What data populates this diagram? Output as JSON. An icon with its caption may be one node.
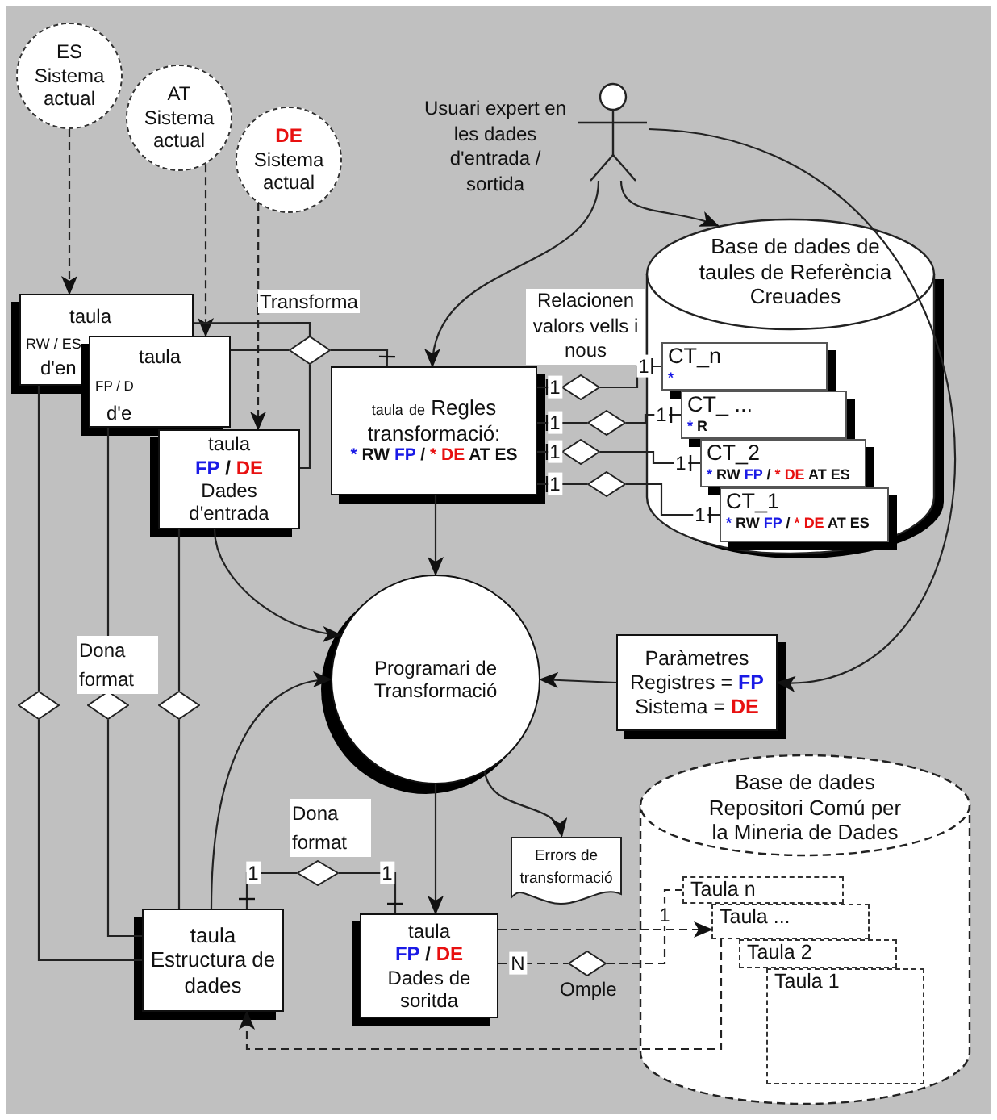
{
  "diagram": {
    "nodes": [
      {
        "text": [
          "ES",
          "Sistema actual"
        ]
      },
      {
        "text": [
          "AT",
          "Sistema actual"
        ]
      },
      {
        "text": [
          "DE",
          "Sistema actual"
        ]
      },
      {
        "text": [
          "taula",
          "RW / ES",
          "d'en"
        ]
      },
      {
        "text": [
          "taula",
          "FP / D",
          "d'e"
        ]
      },
      {
        "text": [
          "taula",
          "FP / DE Dades d'entrada"
        ]
      },
      {
        "text": [],
        "shape": "diamond",
        "beside": [
          "Transforma"
        ]
      },
      {
        "text": [
          "Usuari expert en les dades d'entrada / sortida"
        ]
      },
      {
        "text": [
          "taula de Regles transformació:",
          "* RW FP / * DE AT ES"
        ]
      },
      {
        "text": [
          "Base de dades de taules de Referència Creuades"
        ]
      },
      {
        "text": [
          "CT_n",
          "*"
        ],
        "in": 9
      },
      {
        "text": [
          "CT_ ...",
          "* R"
        ],
        "in": 9
      },
      {
        "text": [
          "CT_2",
          "* RW FP / * DE AT ES"
        ],
        "in": 9
      },
      {
        "text": [
          "CT_1",
          "* RW FP / * DE AT ES"
        ],
        "in": 9
      },
      {
        "text": [],
        "shape": "diamond",
        "beside": [
          "Relacionen valors vells i nous"
        ]
      },
      {
        "text": [],
        "shape": "diamond"
      },
      {
        "text": [],
        "shape": "diamond"
      },
      {
        "text": [],
        "shape": "diamond"
      },
      {
        "text": [
          "Programari de Transformació"
        ]
      },
      {
        "text": [
          "Paràmetres",
          "Registres = FP",
          "Sistema = DE"
        ]
      },
      {
        "text": [],
        "shape": "diamond"
      },
      {
        "text": [],
        "shape": "diamond",
        "beside": [
          "Dona format"
        ]
      },
      {
        "text": [],
        "shape": "diamond"
      },
      {
        "text": [
          "taula",
          "Estructura de dades"
        ]
      },
      {
        "text": [],
        "shape": "diamond",
        "beside": [
          "Dona format"
        ]
      },
      {
        "text": [
          "Errors de transformació"
        ]
      },
      {
        "text": [
          "taula",
          "FP / DE Dades de soritda"
        ]
      },
      {
        "text": [],
        "shape": "diamond",
        "beside": [
          "Omple"
        ]
      },
      {
        "text": [
          "Base de dades Repositori Comú per la Mineria de Dades"
        ]
      },
      {
        "text": [
          "Taula n"
        ],
        "in": 28
      },
      {
        "text": [
          "Taula ..."
        ],
        "in": 28
      },
      {
        "text": [
          "Taula 2"
        ],
        "in": 28
      },
      {
        "text": [
          "Taula 1"
        ],
        "in": 28
      }
    ],
    "edges": [
      {
        "from": 0,
        "to": 3,
        "arrow": "to",
        "style": "dashed"
      },
      {
        "from": 1,
        "to": 4,
        "arrow": "to",
        "style": "dashed"
      },
      {
        "from": 2,
        "to": 5,
        "arrow": "to",
        "style": "dashed"
      },
      {
        "from": 3,
        "to": 6,
        "arrow": "none"
      },
      {
        "from": 4,
        "to": 6,
        "arrow": "none"
      },
      {
        "from": 5,
        "to": 6,
        "arrow": "none"
      },
      {
        "from": 6,
        "to": 8,
        "arrow": "other"
      },
      {
        "from": 7,
        "to": 8,
        "arrow": "to"
      },
      {
        "from": 7,
        "to": 9,
        "arrow": "to"
      },
      {
        "from": 7,
        "to": 19,
        "arrow": "to"
      },
      {
        "from": 14,
        "to": 8,
        "arrow": "other",
        "label": "1"
      },
      {
        "from": 15,
        "to": 8,
        "arrow": "other",
        "label": "1"
      },
      {
        "from": 16,
        "to": 8,
        "arrow": "other",
        "label": "1"
      },
      {
        "from": 17,
        "to": 8,
        "arrow": "other",
        "label": "1"
      },
      {
        "from": 14,
        "to": 10,
        "arrow": "other",
        "label": "1"
      },
      {
        "from": 15,
        "to": 11,
        "arrow": "other",
        "label": "1"
      },
      {
        "from": 16,
        "to": 12,
        "arrow": "other",
        "label": "1"
      },
      {
        "from": 17,
        "to": 13,
        "arrow": "other",
        "label": "1"
      },
      {
        "from": 8,
        "to": 18,
        "arrow": "to"
      },
      {
        "from": 5,
        "to": 18,
        "arrow": "to"
      },
      {
        "from": 19,
        "to": 18,
        "arrow": "to"
      },
      {
        "from": 3,
        "to": 20,
        "arrow": "none"
      },
      {
        "from": 20,
        "to": 23,
        "arrow": "none"
      },
      {
        "from": 4,
        "to": 21,
        "arrow": "none"
      },
      {
        "from": 21,
        "to": 23,
        "arrow": "none"
      },
      {
        "from": 5,
        "to": 22,
        "arrow": "none"
      },
      {
        "from": 22,
        "to": 23,
        "arrow": "none"
      },
      {
        "from": 23,
        "to": 18,
        "arrow": "to"
      },
      {
        "from": 24,
        "to": 23,
        "arrow": "other",
        "label": "1"
      },
      {
        "from": 24,
        "to": 26,
        "arrow": "other",
        "label": "1"
      },
      {
        "from": 18,
        "to": 26,
        "arrow": "to"
      },
      {
        "from": 18,
        "to": 25,
        "arrow": "to"
      },
      {
        "from": 26,
        "to": 27,
        "arrow": "none",
        "label": "N",
        "style": "dashed"
      },
      {
        "from": 27,
        "to": 29,
        "arrow": "none",
        "label": "1",
        "style": "dashed"
      },
      {
        "from": 26,
        "to": 30,
        "arrow": "to",
        "style": "dashed"
      },
      {
        "from": 30,
        "to": 23,
        "arrow": "to",
        "style": "dashed"
      }
    ]
  }
}
